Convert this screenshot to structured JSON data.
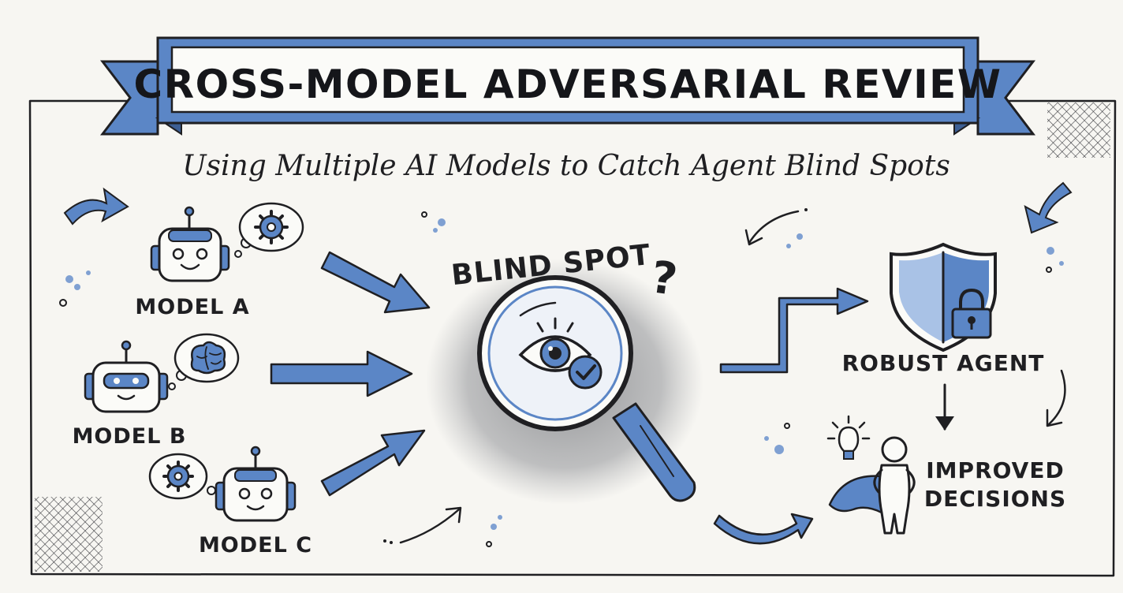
{
  "title": "CROSS-MODEL ADVERSARIAL REVIEW",
  "subtitle": "Using Multiple AI Models to Catch Agent Blind Spots",
  "models": [
    {
      "label": "MODEL A",
      "thought_icon": "gear-icon"
    },
    {
      "label": "MODEL B",
      "thought_icon": "brain-icon"
    },
    {
      "label": "MODEL C",
      "thought_icon": "gear-icon"
    }
  ],
  "center": {
    "label": "BLIND SPOT",
    "mark": "?"
  },
  "outputs": {
    "robust_agent": "ROBUST AGENT",
    "improved_decisions_line1": "IMPROVED",
    "improved_decisions_line2": "DECISIONS"
  },
  "colors": {
    "accent_blue": "#5b86c6",
    "light_blue": "#a9c2e6",
    "ink": "#1f1f22",
    "paper": "#f7f6f2",
    "shadow_gray": "#8f9196"
  }
}
